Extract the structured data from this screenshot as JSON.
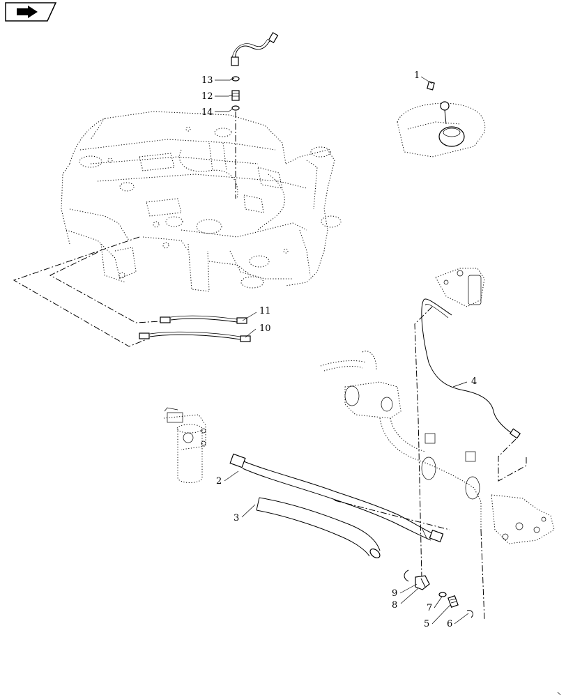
{
  "callouts": {
    "c1": "1",
    "c2": "2",
    "c3": "3",
    "c4": "4",
    "c5": "5",
    "c6": "6",
    "c7": "7",
    "c8": "8",
    "c9": "9",
    "c10": "10",
    "c11": "11",
    "c12": "12",
    "c13": "13",
    "c14": "14"
  },
  "icons": {
    "nav": "next-page-arrow-icon"
  }
}
